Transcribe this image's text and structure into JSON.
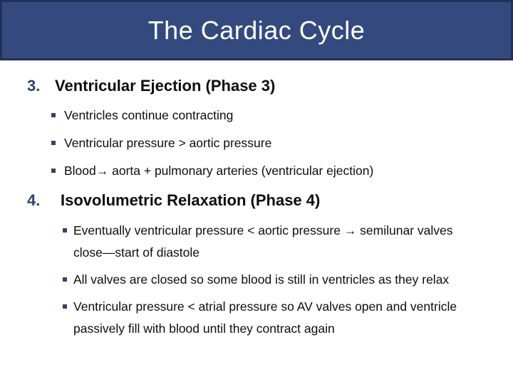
{
  "slide": {
    "title": "The Cardiac Cycle",
    "colors": {
      "header_fill": "#344A7E",
      "header_border": "#223058",
      "accent_navy": "#2E4370",
      "text": "#0d0d0d",
      "title_text": "#ffffff"
    },
    "bullet_icon": "square-bullet",
    "sections": [
      {
        "number": "3.",
        "heading": "Ventricular Ejection (Phase 3)",
        "bullets": [
          "Ventricles continue contracting",
          "Ventricular pressure > aortic pressure",
          "Blood→ aorta + pulmonary arteries (ventricular ejection)"
        ]
      },
      {
        "number": "4.",
        "heading": "Isovolumetric Relaxation (Phase 4)",
        "bullets": [
          "Eventually ventricular pressure < aortic pressure → semilunar valves close—start of diastole",
          "All valves are closed so some blood is still in ventricles as they relax",
          "Ventricular pressure < atrial pressure so AV valves open and ventricle passively fill with blood until they contract again"
        ]
      }
    ]
  }
}
